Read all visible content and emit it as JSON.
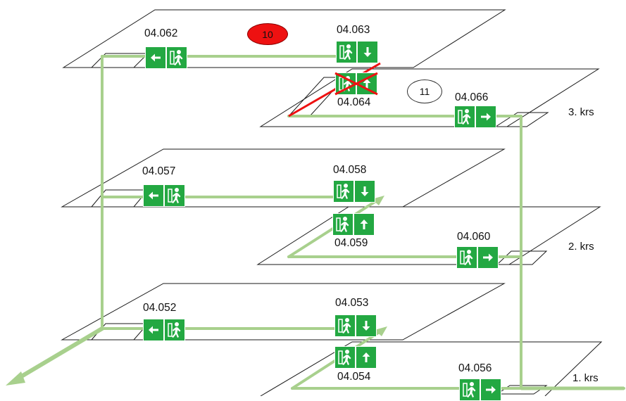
{
  "colors": {
    "route": "#a8d08d",
    "sign_green": "#23a842",
    "cross_red": "#ee1111",
    "badge_red": "#ee1111"
  },
  "floors": {
    "third": "3. krs",
    "second": "2. krs",
    "first": "1. krs"
  },
  "badges": {
    "red": "10",
    "white": "11"
  },
  "signs": [
    {
      "label": "04.062",
      "layout": "arrow-left-runner",
      "arrow": "left",
      "crossed": false
    },
    {
      "label": "04.063",
      "layout": "runner-arrow",
      "arrow": "down",
      "crossed": false
    },
    {
      "label": "04.064",
      "layout": "runner-arrow",
      "arrow": "up",
      "crossed": true
    },
    {
      "label": "04.066",
      "layout": "runner-arrow",
      "arrow": "right",
      "crossed": false
    },
    {
      "label": "04.057",
      "layout": "arrow-left-runner",
      "arrow": "left",
      "crossed": false
    },
    {
      "label": "04.058",
      "layout": "runner-arrow",
      "arrow": "down",
      "crossed": false
    },
    {
      "label": "04.059",
      "layout": "runner-arrow",
      "arrow": "up",
      "crossed": false
    },
    {
      "label": "04.060",
      "layout": "runner-arrow",
      "arrow": "right",
      "crossed": false
    },
    {
      "label": "04.052",
      "layout": "arrow-left-runner",
      "arrow": "left",
      "crossed": false
    },
    {
      "label": "04.053",
      "layout": "runner-arrow",
      "arrow": "down",
      "crossed": false
    },
    {
      "label": "04.054",
      "layout": "runner-arrow",
      "arrow": "up",
      "crossed": false
    },
    {
      "label": "04.056",
      "layout": "runner-arrow",
      "arrow": "right",
      "crossed": false
    }
  ]
}
